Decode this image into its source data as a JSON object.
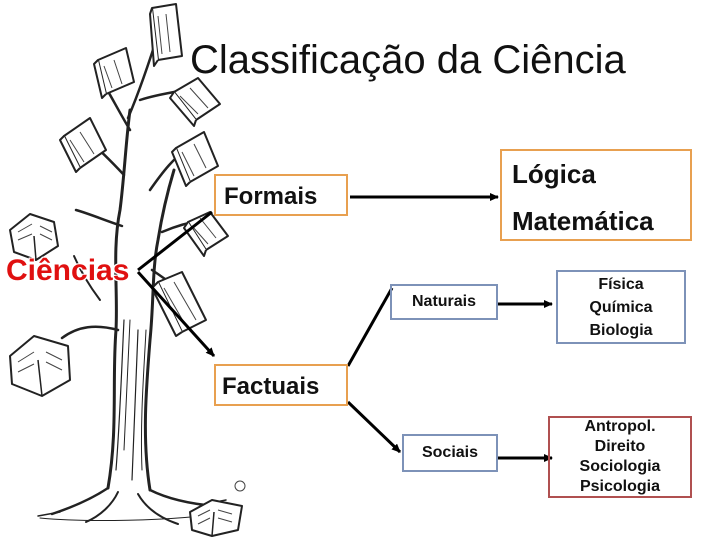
{
  "title": "Classificação da Ciência",
  "root": {
    "label": "Ciências"
  },
  "formais": {
    "label": "Formais",
    "children": [
      "Lógica",
      "Matemática"
    ]
  },
  "factuais": {
    "label": "Factuais",
    "naturais": {
      "label": "Naturais",
      "items": [
        "Física",
        "Química",
        "Biologia"
      ]
    },
    "sociais": {
      "label": "Sociais",
      "items": [
        "Antropol.",
        "Direito",
        "Sociologia",
        "Psicologia"
      ]
    }
  },
  "colors": {
    "orange_border": "#e8a050",
    "blue_border": "#7d92b8",
    "red_border": "#b05050",
    "ciencias_text": "#e01010"
  },
  "icons": [
    "tree-illustration",
    "book-icon"
  ]
}
